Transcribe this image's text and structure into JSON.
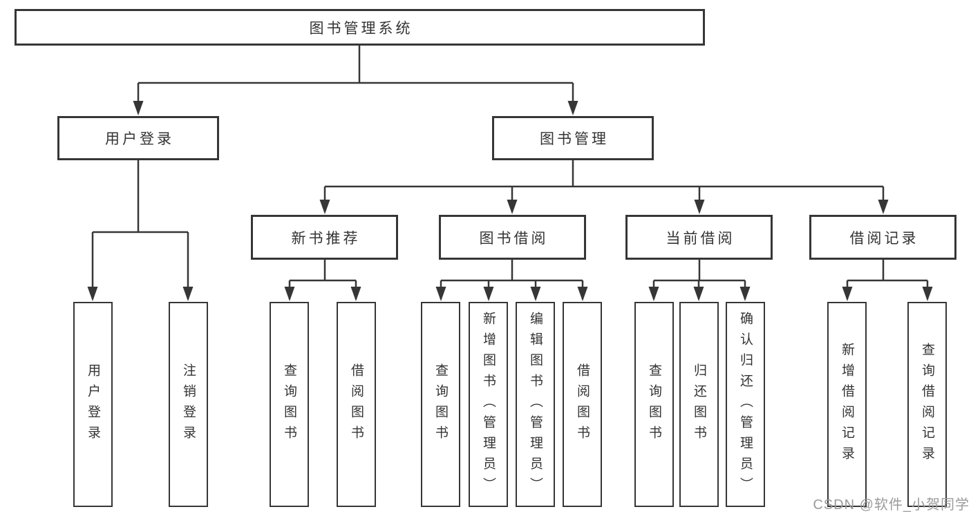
{
  "diagram": {
    "tree": {
      "label": "图书管理系统",
      "children": [
        {
          "label": "用户登录",
          "children": [
            {
              "label": "用户登录"
            },
            {
              "label": "注销登录"
            }
          ]
        },
        {
          "label": "图书管理",
          "children": [
            {
              "label": "新书推荐",
              "children": [
                {
                  "label": "查询图书"
                },
                {
                  "label": "借阅图书"
                }
              ]
            },
            {
              "label": "图书借阅",
              "children": [
                {
                  "label": "查询图书"
                },
                {
                  "label": "新增图书（管理员）"
                },
                {
                  "label": "编辑图书（管理员）"
                },
                {
                  "label": "借阅图书"
                }
              ]
            },
            {
              "label": "当前借阅",
              "children": [
                {
                  "label": "查询图书"
                },
                {
                  "label": "归还图书"
                },
                {
                  "label": "确认归还（管理员）"
                }
              ]
            },
            {
              "label": "借阅记录",
              "children": [
                {
                  "label": "新增借阅记录"
                },
                {
                  "label": "查询借阅记录"
                }
              ]
            }
          ]
        }
      ]
    }
  },
  "watermark": "CSDN @软件_小贺同学",
  "colors": {
    "line": "#363636",
    "text": "#333333",
    "box_background": "#ffffff",
    "watermark": "#9a9a9a"
  }
}
